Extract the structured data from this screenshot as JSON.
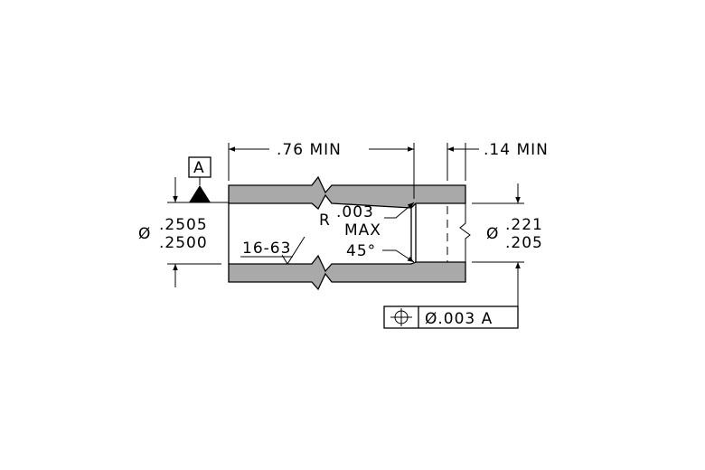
{
  "datum": {
    "letter": "A"
  },
  "dimensions": {
    "length_min": ".76  MIN",
    "counterbore_min": ".14  MIN",
    "outer_dia_symbol": "Ø",
    "outer_dia_upper": ".2505",
    "outer_dia_lower": ".2500",
    "inner_dia_symbol": "Ø",
    "inner_dia_upper": ".221",
    "inner_dia_lower": ".205"
  },
  "notes": {
    "radius_prefix": "R",
    "radius_value": ".003",
    "radius_max": "MAX",
    "chamfer": "45°",
    "surface_finish": "16-63"
  },
  "feature_control_frame": {
    "symbol": "position-icon",
    "tolerance": "Ø.003  A"
  }
}
